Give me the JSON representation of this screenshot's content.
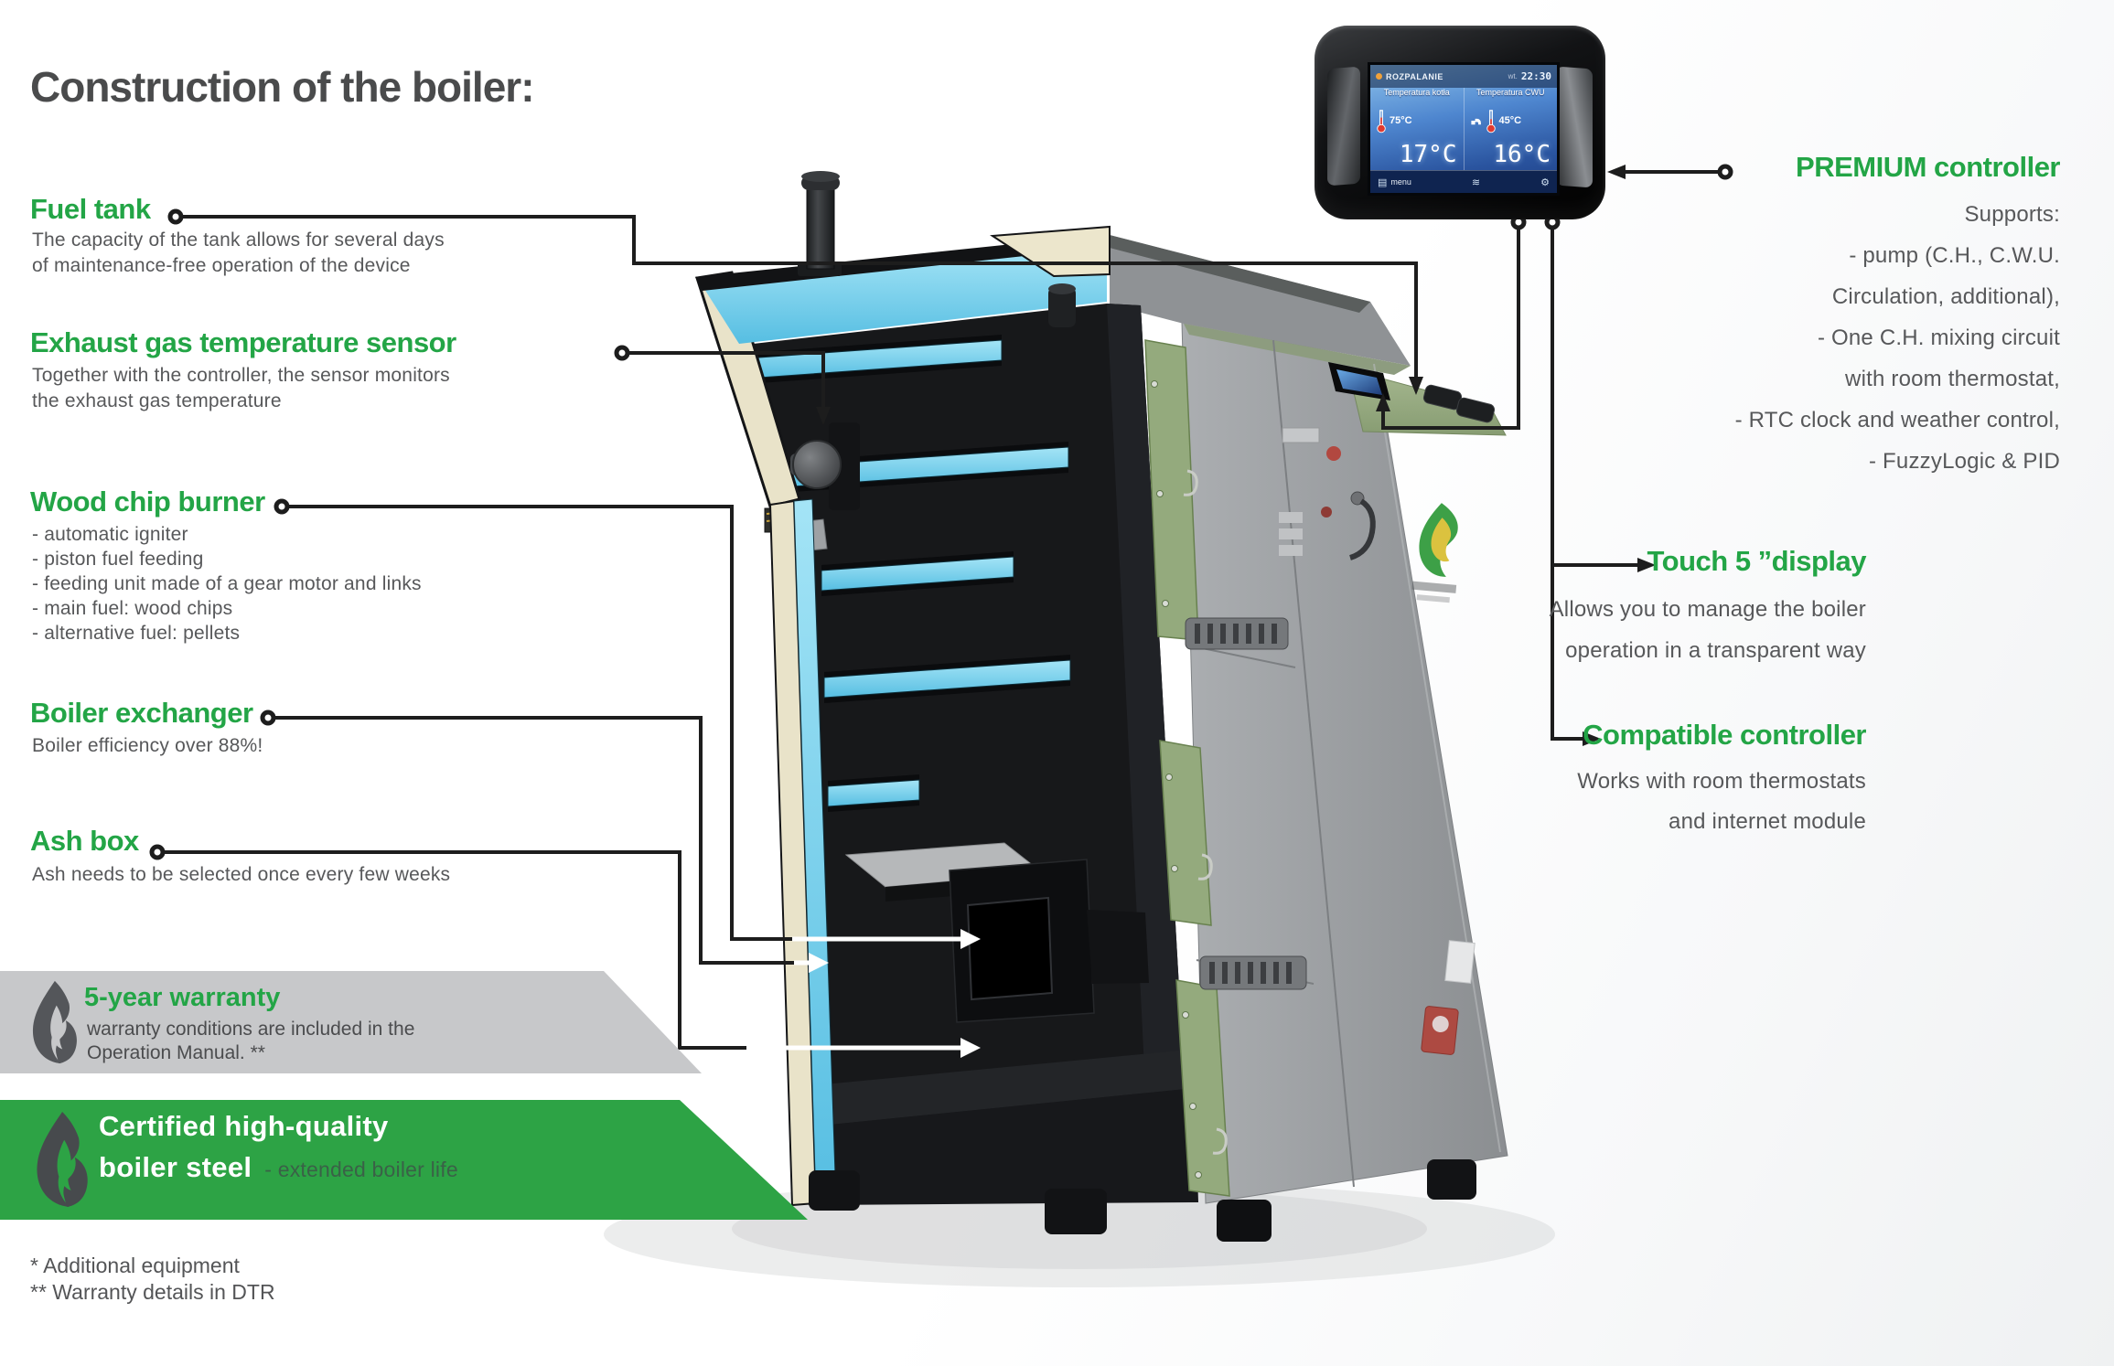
{
  "colors": {
    "accent_green": "#23a546",
    "banner_green": "#2da345",
    "banner_gray": "#c7c8ca",
    "title_dark": "#4a4b4c",
    "text_gray": "#57585a",
    "water_blue": "#74cfec"
  },
  "title": "Construction of the boiler:",
  "sections": {
    "fuel_tank": {
      "heading": "Fuel tank",
      "lines": [
        "The capacity of the tank allows for several days",
        "of maintenance-free operation of the device"
      ]
    },
    "exhaust_sensor": {
      "heading": "Exhaust gas temperature sensor",
      "lines": [
        "Together with the controller, the sensor monitors",
        "the exhaust gas temperature"
      ]
    },
    "wood_chip_burner": {
      "heading": "Wood chip burner",
      "lines": [
        "- automatic igniter",
        "- piston fuel feeding",
        "- feeding unit made of a gear motor and links",
        "- main fuel: wood chips",
        "- alternative fuel: pellets"
      ]
    },
    "boiler_exchanger": {
      "heading": "Boiler exchanger",
      "lines": [
        "Boiler efficiency over 88%!"
      ]
    },
    "ash_box": {
      "heading": "Ash box",
      "lines": [
        "Ash needs to be selected once every few weeks"
      ]
    },
    "premium_controller": {
      "heading": "PREMIUM controller",
      "lines": [
        "Supports:",
        "- pump (C.H., C.W.U.",
        "Circulation, additional),",
        "- One C.H. mixing circuit",
        "with room thermostat,",
        "- RTC clock and weather control,",
        "- FuzzyLogic & PID"
      ]
    },
    "touch_display": {
      "heading": "Touch 5 ”display",
      "lines": [
        "Allows you to manage the boiler",
        "operation in a transparent way"
      ]
    },
    "compatible_controller": {
      "heading": "Compatible controller",
      "lines": [
        "Works with room thermostats",
        "and internet module"
      ]
    }
  },
  "banners": {
    "warranty": {
      "heading": "5-year warranty",
      "lines": [
        "warranty conditions are included in the",
        "Operation Manual. **"
      ]
    },
    "steel": {
      "line1": "Certified high-quality",
      "line2": "boiler steel",
      "suffix": "- extended boiler life"
    }
  },
  "footnotes": [
    "* Additional equipment",
    "** Warranty details in DTR"
  ],
  "controller": {
    "status": "ROZPALANIE",
    "day": "wt.",
    "time": "22:30",
    "boiler_label": "Temperatura kotła",
    "cwu_label": "Temperatura CWU",
    "boiler_set": "75°C",
    "boiler_current": "17°C",
    "cwu_set": "45°C",
    "cwu_current": "16°C",
    "menu": "menu"
  }
}
